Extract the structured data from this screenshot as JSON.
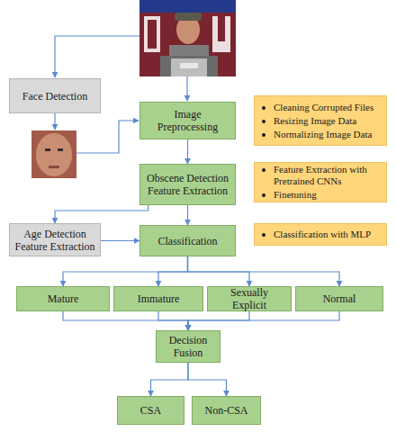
{
  "diagram": {
    "nodes": [
      {
        "text": [
          "Face Detection"
        ]
      },
      {
        "text": [
          "Image Preprocessing"
        ]
      },
      {
        "text": [
          "Cleaning Corrupted Files",
          "Resizing Image Data",
          "Normalizing Image Data"
        ]
      },
      {
        "text": [
          "Obscene Detection Feature Extraction"
        ]
      },
      {
        "text": [
          "Feature Extraction with Pretrained CNNs",
          "Finetuning"
        ]
      },
      {
        "text": [
          "Age Detection Feature Extraction"
        ]
      },
      {
        "text": [
          "Classification"
        ]
      },
      {
        "text": [
          "Classification with MLP"
        ]
      },
      {
        "text": [
          "Mature"
        ]
      },
      {
        "text": [
          "Immature"
        ]
      },
      {
        "text": [
          "Sexually Explicit"
        ]
      },
      {
        "text": [
          "Normal"
        ]
      },
      {
        "text": [
          "Decision Fusion"
        ]
      },
      {
        "text": [
          "CSA"
        ]
      },
      {
        "text": [
          "Non-CSA"
        ]
      }
    ],
    "edges": [
      {
        "from": 1,
        "to": 3,
        "arrow": "to"
      },
      {
        "from": 3,
        "to": 5,
        "arrow": "to"
      },
      {
        "from": 5,
        "to": 6,
        "arrow": "to"
      },
      {
        "from": 3,
        "to": 6,
        "arrow": "to"
      },
      {
        "from": 6,
        "to": 8,
        "arrow": "to"
      },
      {
        "from": 6,
        "to": 9,
        "arrow": "to"
      },
      {
        "from": 6,
        "to": 10,
        "arrow": "to"
      },
      {
        "from": 6,
        "to": 11,
        "arrow": "to"
      },
      {
        "from": 8,
        "to": 12,
        "arrow": "to"
      },
      {
        "from": 9,
        "to": 12,
        "arrow": "to"
      },
      {
        "from": 10,
        "to": 12,
        "arrow": "to"
      },
      {
        "from": 11,
        "to": 12,
        "arrow": "to"
      },
      {
        "from": 12,
        "to": 13,
        "arrow": "to"
      },
      {
        "from": 12,
        "to": 14,
        "arrow": "to"
      }
    ]
  }
}
